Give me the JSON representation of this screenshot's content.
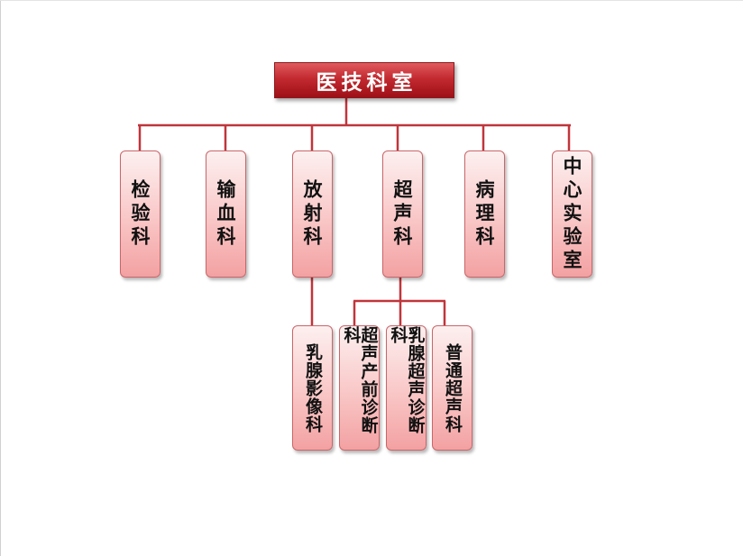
{
  "chart": {
    "root": "医技科室",
    "departments": [
      {
        "id": "jianyan",
        "label": "检验科"
      },
      {
        "id": "shuxue",
        "label": "输血科"
      },
      {
        "id": "fangshe",
        "label": "放射科"
      },
      {
        "id": "chaosheng",
        "label": "超声科"
      },
      {
        "id": "bingli",
        "label": "病理科"
      },
      {
        "id": "shiyanshi",
        "label": "中心实验室"
      }
    ],
    "sub_departments": [
      {
        "id": "ruxian-yingxiang",
        "parent": "fangshe",
        "label": "乳腺影像科"
      },
      {
        "id": "chanqian",
        "parent": "chaosheng",
        "label": "超声产前诊断科"
      },
      {
        "id": "ruxian-chaosheng",
        "parent": "chaosheng",
        "label": "乳腺超声诊断科"
      },
      {
        "id": "putong",
        "parent": "chaosheng",
        "label": "普通超声科"
      }
    ]
  },
  "colors": {
    "connector": "#c0353b",
    "root_fill": "#c22a30",
    "box_fill": "#f9c6c6",
    "box_border": "#c9666a"
  }
}
